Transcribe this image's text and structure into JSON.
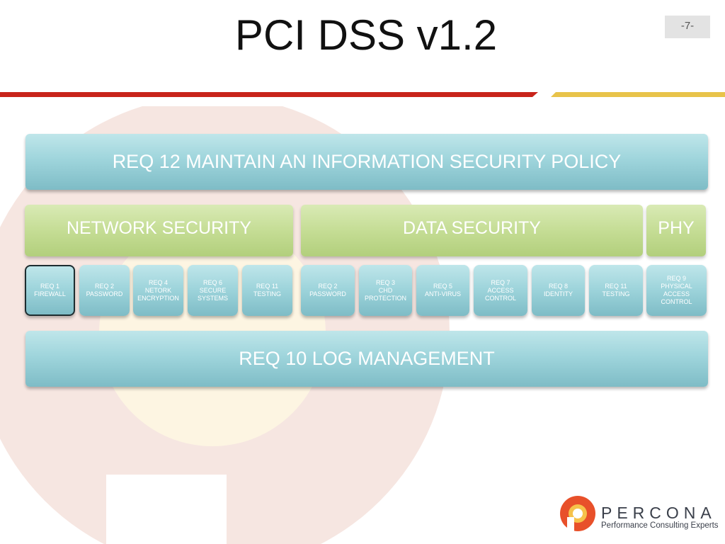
{
  "slide": {
    "title": "PCI DSS v1.2",
    "page_number": "-7-"
  },
  "colors": {
    "stripe_red": "#c8241b",
    "stripe_yellow": "#e8c34a",
    "teal": "#9fd5dc",
    "green": "#c5dd95",
    "logo_orange": "#e8502a"
  },
  "diagram": {
    "top_banner": "REQ 12 MAINTAIN AN INFORMATION SECURITY POLICY",
    "categories": [
      {
        "label": "NETWORK SECURITY"
      },
      {
        "label": "DATA SECURITY"
      },
      {
        "label": "PHY"
      }
    ],
    "requirements": [
      {
        "lines": [
          "REQ 1",
          "FIREWALL"
        ]
      },
      {
        "lines": [
          "REQ 2",
          "PASSWORD"
        ]
      },
      {
        "lines": [
          "REQ 4",
          "NETORK",
          "ENCRYPTION"
        ]
      },
      {
        "lines": [
          "REQ 6",
          "SECURE",
          "SYSTEMS"
        ]
      },
      {
        "lines": [
          "REQ 11",
          "TESTING"
        ]
      },
      {
        "lines": [
          "REQ 2",
          "PASSWORD"
        ]
      },
      {
        "lines": [
          "REQ 3",
          "CHD",
          "PROTECTION"
        ]
      },
      {
        "lines": [
          "REQ 5",
          "ANTI-VIRUS"
        ]
      },
      {
        "lines": [
          "REQ 7",
          "ACCESS",
          "CONTROL"
        ]
      },
      {
        "lines": [
          "REQ 8",
          "IDENTITY"
        ]
      },
      {
        "lines": [
          "REQ 11",
          "TESTING"
        ]
      },
      {
        "lines": [
          "REQ 9",
          "PHYSICAL",
          "ACCESS",
          "CONTROL"
        ]
      }
    ],
    "bottom_banner": "REQ 10 LOG MANAGEMENT"
  },
  "logo": {
    "wordmark": "PERCONA",
    "tagline": "Performance Consulting Experts",
    "icon": "percona-p-logo-icon"
  }
}
